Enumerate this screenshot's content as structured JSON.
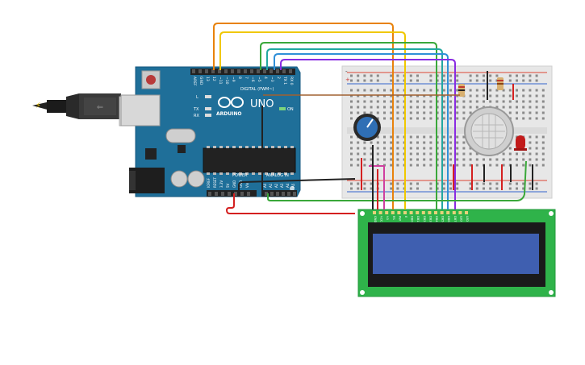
{
  "arduino": {
    "logo_text": "ARDUINO",
    "model": "UNO",
    "digital_header": "DIGITAL (PWM~)",
    "power_header": "POWER",
    "analog_header": "ANALOG IN",
    "led_l": "L",
    "led_tx": "TX",
    "led_rx": "RX",
    "led_on": "ON",
    "digital_pins": [
      "AREF",
      "GND",
      "13",
      "12",
      "~11",
      "~10",
      "~9",
      "8",
      "7",
      "~6",
      "~5",
      "4",
      "~3",
      "2",
      "TX 1",
      "RX 0"
    ],
    "power_pins": [
      "IOREF",
      "RESET",
      "3.3V",
      "5V",
      "GND",
      "GND",
      "Vin"
    ],
    "analog_pins": [
      "A0",
      "A1",
      "A2",
      "A3",
      "A4",
      "A5"
    ]
  },
  "breadboard": {
    "rail_plus": "+",
    "rail_minus": "-"
  },
  "lcd": {
    "pin_labels": [
      "GND",
      "VCC",
      "V0",
      "RS",
      "RW",
      "E",
      "DB0",
      "DB1",
      "DB2",
      "DB3",
      "DB4",
      "DB5",
      "DB6",
      "DB7",
      "LED",
      "LED"
    ],
    "screen_color": "#3f5fb0"
  },
  "colors": {
    "pcb": "#1f6f99",
    "breadboard": "#e7e7e7",
    "wire_orange": "#e8820c",
    "wire_yellow": "#f0c800",
    "wire_green": "#3aa83a",
    "wire_teal": "#22a8a0",
    "wire_blue": "#2f8fd8",
    "wire_purple": "#8a2be2",
    "wire_red": "#d42020",
    "wire_pink": "#d040a0",
    "wire_black": "#222222",
    "wire_brown": "#a06030"
  }
}
